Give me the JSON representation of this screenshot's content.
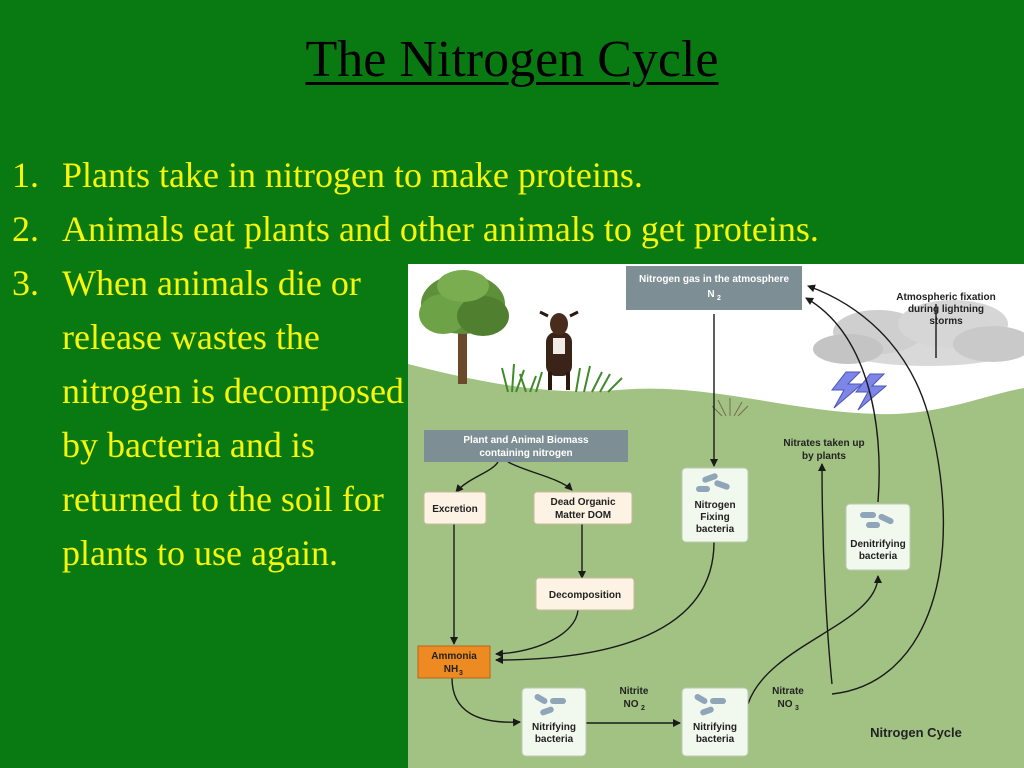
{
  "slide": {
    "title": "The Nitrogen Cycle",
    "bullets": [
      {
        "number": "1.",
        "text": "Plants take in nitrogen to make proteins."
      },
      {
        "number": "2.",
        "text": "Animals eat plants and other animals to get proteins."
      },
      {
        "number": "3.",
        "text": "When animals die or release wastes the nitrogen is decomposed by bacteria and is returned to the soil for plants to use again."
      }
    ]
  },
  "diagram": {
    "atmosphere": {
      "line1": "Nitrogen gas in the atmosphere",
      "line2": "N",
      "sub": "2"
    },
    "lightning": {
      "line1": "Atmospheric fixation",
      "line2": "during lightning",
      "line3": "storms"
    },
    "biomass": {
      "line1": "Plant and Animal Biomass",
      "line2": "containing nitrogen"
    },
    "excretion": "Excretion",
    "dom": {
      "line1": "Dead Organic",
      "line2": "Matter DOM"
    },
    "decomposition": "Decomposition",
    "ammonia": {
      "line1": "Ammonia",
      "line2": "NH",
      "sub": "3"
    },
    "fixing": {
      "line1": "Nitrogen",
      "line2": "Fixing",
      "line3": "bacteria"
    },
    "nitrates_taken": {
      "line1": "Nitrates taken up",
      "line2": "by plants"
    },
    "denitrifying": {
      "line1": "Denitrifying",
      "line2": "bacteria"
    },
    "nitrite": {
      "line1": "Nitrite",
      "line2": "NO",
      "sub": "2"
    },
    "nitrate": {
      "line1": "Nitrate",
      "line2": "NO",
      "sub": "3"
    },
    "nitrifying1": {
      "line1": "Nitrifying",
      "line2": "bacteria"
    },
    "nitrifying2": {
      "line1": "Nitrifying",
      "line2": "bacteria"
    },
    "caption": "Nitrogen Cycle",
    "colors": {
      "slide_bg": "#097a12",
      "bullet_text": "#f7f50a",
      "ground": "#a2c283",
      "gray_box": "#7d8f94",
      "bacteria_box": "#f1f8ee",
      "process_box": "#fdf3e4",
      "ammonia_box": "#ee8a22"
    }
  }
}
